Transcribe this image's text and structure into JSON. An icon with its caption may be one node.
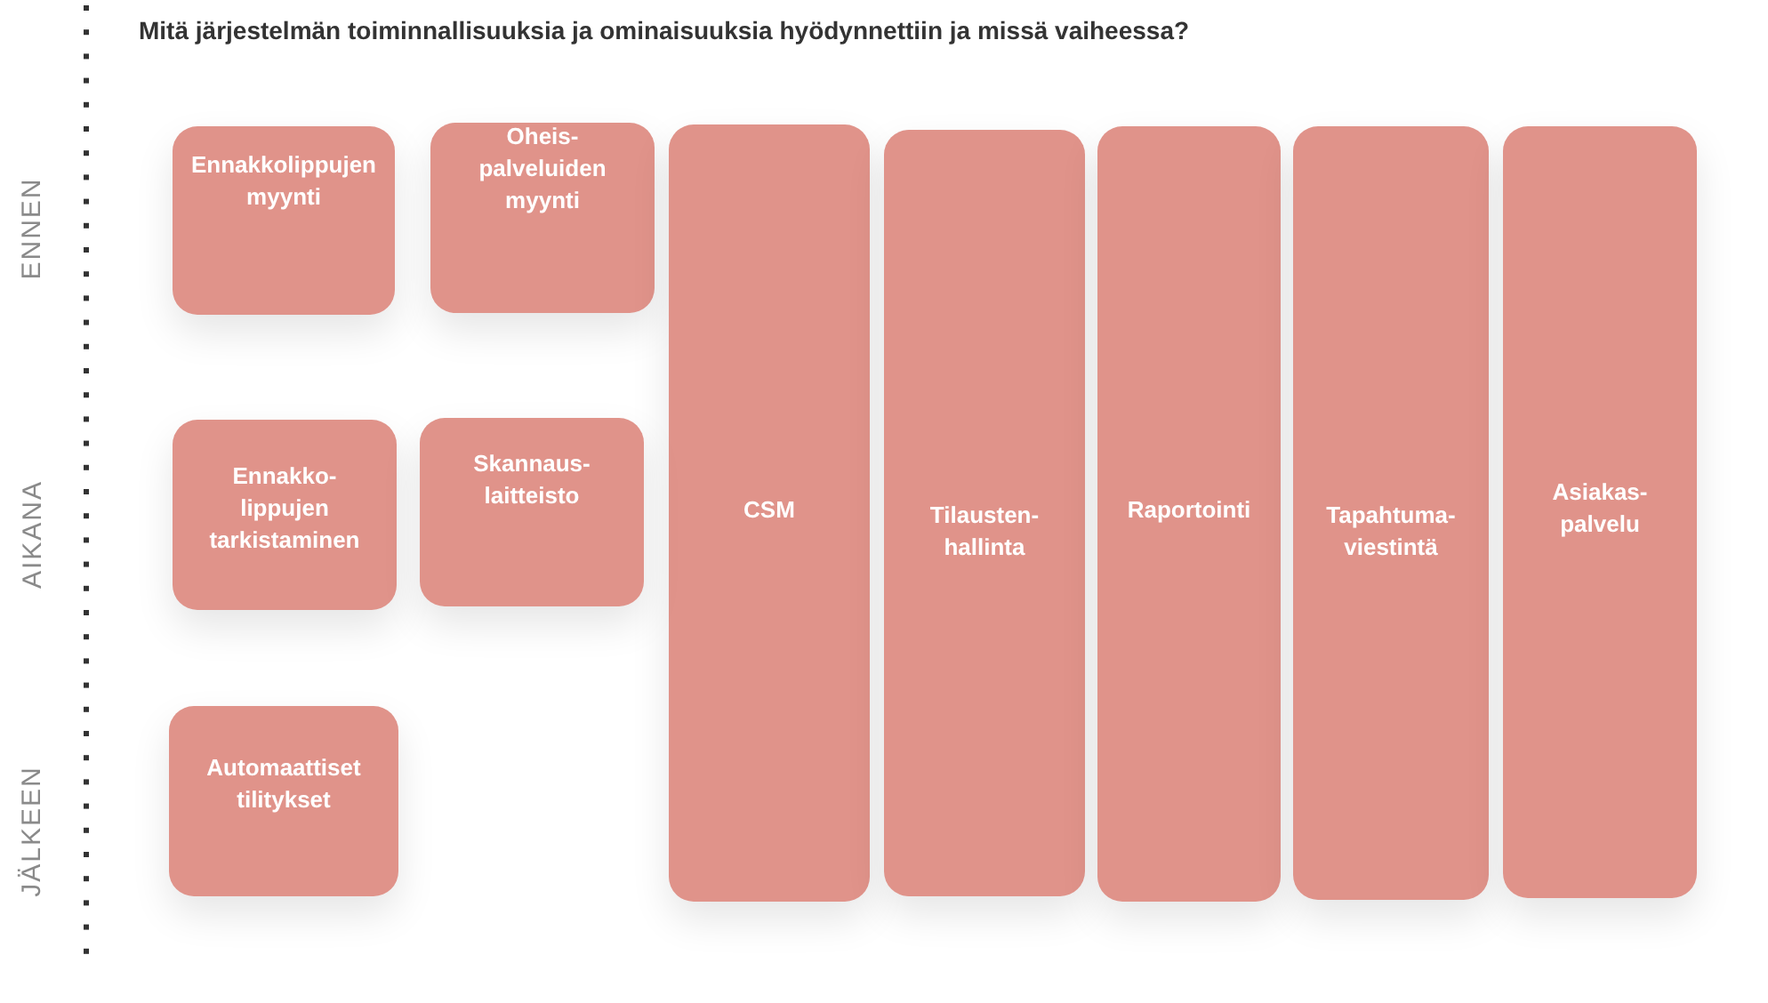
{
  "diagram": {
    "title": "Mitä järjestelmän toiminnallisuuksia ja ominaisuuksia hyödynnettiin ja missä vaiheessa?",
    "nodes": [
      {
        "text": [
          "Ennakkolippujen myynti"
        ]
      },
      {
        "text": [
          "Oheis- palveluiden myynti"
        ]
      },
      {
        "text": [
          "CSM"
        ]
      },
      {
        "text": [
          "Tilausten- hallinta"
        ]
      },
      {
        "text": [
          "Raportointi"
        ]
      },
      {
        "text": [
          "Tapahtuma- viestintä"
        ]
      },
      {
        "text": [
          "Asiakas- palvelu"
        ]
      },
      {
        "text": [
          "Ennakko- lippujen tarkistaminen"
        ]
      },
      {
        "text": [
          "Skannaus- laitteisto"
        ]
      },
      {
        "text": [
          "Automaattiset tilitykset"
        ]
      }
    ],
    "labels": [
      "ENNEN",
      "AIKANA",
      "JÄLKEEN"
    ]
  }
}
